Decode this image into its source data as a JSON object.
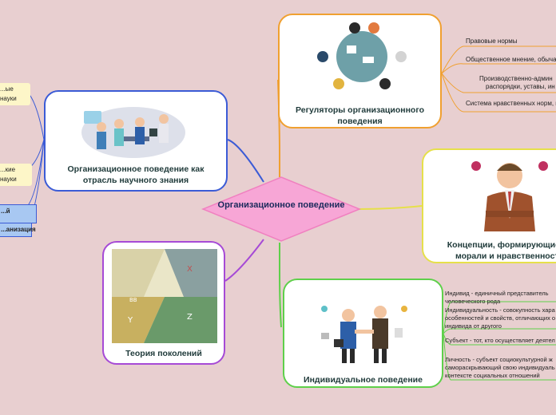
{
  "center": {
    "label": "Организационное поведение"
  },
  "left_branch": {
    "title": "Организационное поведение как отрасль научного знания",
    "tags": [
      "...ые науки",
      "...кие науки",
      "...й",
      "...анизация"
    ]
  },
  "regulators": {
    "title": "Регуляторы организационного поведения",
    "items": [
      "Правовые нормы",
      "Общественное мнение, обыча",
      "Производственно-админ",
      "распорядки, уставы, ин",
      "Система нравственных норм, м"
    ]
  },
  "concepts": {
    "title": "Концепции, формирующие ба морали и нравственности"
  },
  "generations": {
    "title": "Теория поколений"
  },
  "individual": {
    "title": "Индивидуальное поведение",
    "items": [
      "Индивид - единичный представитель человеческого рода",
      "Индивидуальность - совокупность хара особенностей и свойств, отличающих о индивида от другого",
      "Субъект - тот, кто осуществляет деятел",
      "Личность - субъект социокультурной ж самораскрывающий свою индивидуаль контексте социальных отношений"
    ]
  },
  "colors": {
    "background": "#e8cfd0",
    "center_fill": "#f7a6d6",
    "left_border": "#3b5bd6",
    "regulators_border": "#f0a030",
    "concepts_border": "#e6e04a",
    "generations_border": "#a64ad6",
    "individual_border": "#5ed04a"
  }
}
